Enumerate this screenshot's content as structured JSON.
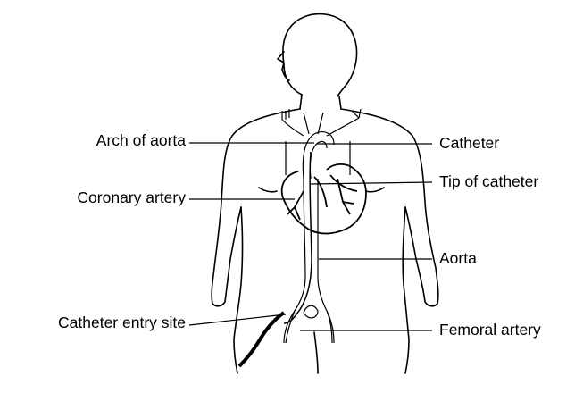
{
  "labels": {
    "arch_of_aorta": "Arch of aorta",
    "coronary_artery": "Coronary artery",
    "catheter_entry_site": "Catheter entry site",
    "catheter": "Catheter",
    "tip_of_catheter": "Tip of catheter",
    "aorta": "Aorta",
    "femoral_artery": "Femoral artery"
  },
  "colors": {
    "ink": "#000000",
    "background": "#ffffff"
  }
}
